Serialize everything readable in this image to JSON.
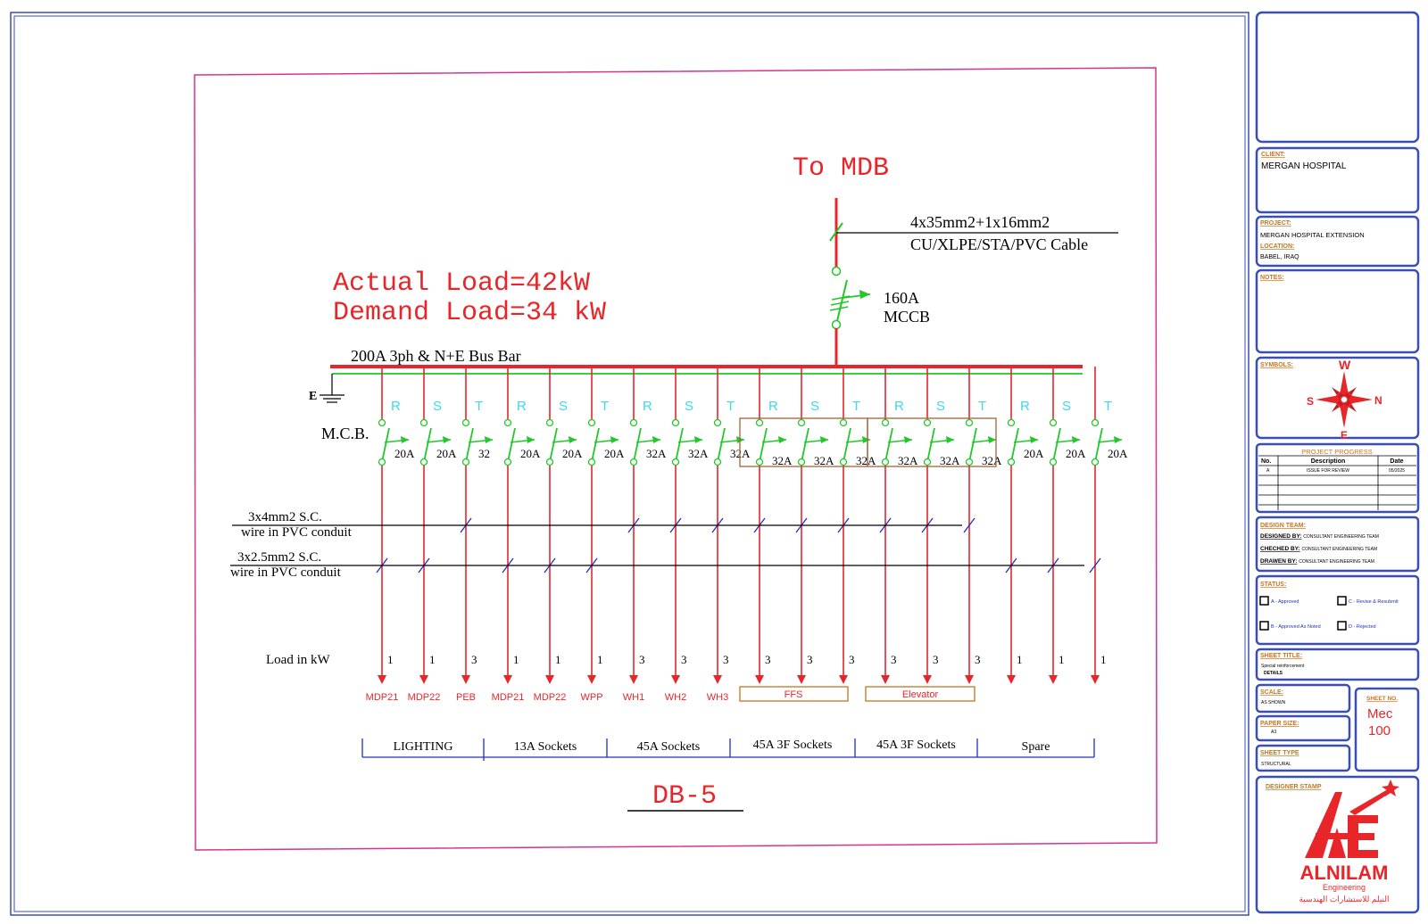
{
  "diagram": {
    "supply": {
      "source_label": "To MDB",
      "cable_line1": "4x35mm2+1x16mm2",
      "cable_line2": "CU/XLPE/STA/PVC Cable",
      "breaker_rating": "160A",
      "breaker_type": "MCCB"
    },
    "loads_text": {
      "actual": "Actual Load=42kW",
      "demand": "Demand Load=34 kW"
    },
    "busbar_label": "200A 3ph & N+E Bus Bar",
    "earth_label": "E",
    "mcb_label": "M.C.B.",
    "wire_labels": [
      {
        "line1": "3x4mm2 S.C.",
        "line2": "wire in PVC conduit"
      },
      {
        "line1": "3x2.5mm2 S.C.",
        "line2": "wire in PVC conduit"
      }
    ],
    "load_row_label": "Load in kW",
    "circuits": [
      {
        "phase": "R",
        "rating": "20A",
        "load": "1",
        "name": "MDP21"
      },
      {
        "phase": "S",
        "rating": "20A",
        "load": "1",
        "name": "MDP22"
      },
      {
        "phase": "T",
        "rating": "32",
        "load": "3",
        "name": "PEB"
      },
      {
        "phase": "R",
        "rating": "20A",
        "load": "1",
        "name": "MDP21"
      },
      {
        "phase": "S",
        "rating": "20A",
        "load": "1",
        "name": "MDP22"
      },
      {
        "phase": "T",
        "rating": "20A",
        "load": "1",
        "name": "WPP"
      },
      {
        "phase": "R",
        "rating": "32A",
        "load": "3",
        "name": "WH1"
      },
      {
        "phase": "S",
        "rating": "32A",
        "load": "3",
        "name": "WH2"
      },
      {
        "phase": "T",
        "rating": "32A",
        "load": "3",
        "name": "WH3"
      },
      {
        "phase": "R",
        "rating": "32A",
        "load": "3",
        "name": ""
      },
      {
        "phase": "S",
        "rating": "32A",
        "load": "3",
        "name": ""
      },
      {
        "phase": "T",
        "rating": "32A",
        "load": "3",
        "name": ""
      },
      {
        "phase": "R",
        "rating": "32A",
        "load": "3",
        "name": ""
      },
      {
        "phase": "S",
        "rating": "32A",
        "load": "3",
        "name": ""
      },
      {
        "phase": "T",
        "rating": "32A",
        "load": "3",
        "name": ""
      },
      {
        "phase": "R",
        "rating": "20A",
        "load": "1",
        "name": ""
      },
      {
        "phase": "S",
        "rating": "20A",
        "load": "1",
        "name": ""
      },
      {
        "phase": "T",
        "rating": "20A",
        "load": "1",
        "name": ""
      }
    ],
    "grouped_loads": [
      "FFS",
      "Elevator"
    ],
    "categories": [
      "LIGHTING",
      "13A Sockets",
      "45A Sockets",
      "45A 3F Sockets",
      "45A 3F Sockets",
      "Spare"
    ],
    "title": "DB-5"
  },
  "title_block": {
    "client_heading": "CLIENT:",
    "client": "MERGAN HOSPITAL",
    "project_heading": "PROJECT:",
    "project": "MERGAN HOSPITAL EXTENSION",
    "location_heading": "LOCATION:",
    "location": "BABEL, IRAQ",
    "notes_heading": "NOTES:",
    "symbols_heading": "SYMBOLS:",
    "compass": {
      "n": "W",
      "s": "E",
      "e": "N",
      "w": "S"
    },
    "progress": {
      "heading": "PROJECT PROGRESS",
      "cols": [
        "No.",
        "Description",
        "Date"
      ],
      "rows": [
        [
          "A",
          "ISSUE FOR REVIEW",
          "05/2025"
        ]
      ]
    },
    "design_team": {
      "heading": "DESIGN TEAM:",
      "designed_label": "DESIGNED BY:",
      "designed": "CONSULTANT ENGINEERING TEAM",
      "checked_label": "CHECHED BY:",
      "checked": "CONSULTANT ENGINEERING TEAM",
      "drawn_label": "DRAWEN BY:",
      "drawn": "CONSULTANT ENGINEERING TEAM"
    },
    "status": {
      "heading": "STATUS:",
      "a": "A - Approved",
      "b": "B - Approved As Noted",
      "c": "C - Revise & Resubmit",
      "d": "D - Rejected"
    },
    "sheet_title_heading": "SHEET TITLE:",
    "sheet_title_1": "Special reinforcement",
    "sheet_title_2": "DETAILS",
    "scale_heading": "SCALE:",
    "scale": "AS SHOWN",
    "paper_heading": "PAPER SIZE:",
    "paper": "A3",
    "sheet_type_heading": "SHEET TYPE",
    "sheet_type": "STRUCTURAL",
    "sheet_no_heading": "SHEET NO.",
    "sheet_no_1": "Mec",
    "sheet_no_2": "100",
    "stamp_heading": "DESIGNER STAMP",
    "company": "ALNILAM",
    "company_sub": "Engineering",
    "company_ar": "النيلم للاستشارات الهندسية"
  },
  "colors": {
    "frame": "#3a4fb5",
    "magenta": "#d6338f",
    "red": "#e8262a",
    "green": "#22c72a",
    "cyan": "#3fd9e6",
    "brown": "#a0643a",
    "orange": "#c8741e",
    "blue_text": "#2030c0"
  }
}
